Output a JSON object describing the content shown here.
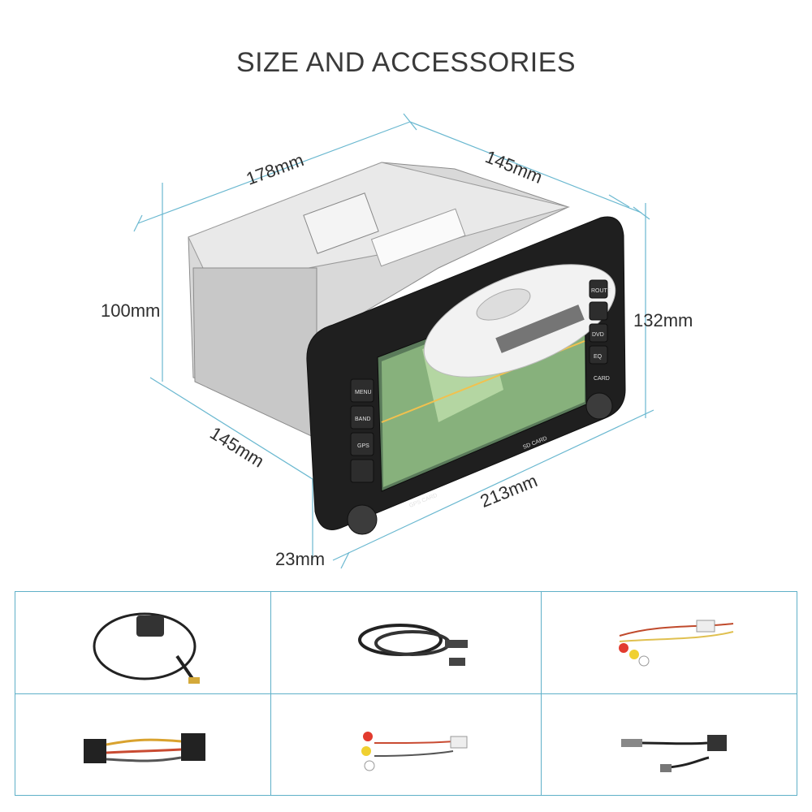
{
  "title": "SIZE AND ACCESSORIES",
  "device": {
    "front_labels": {
      "menu": "MENU",
      "band": "BAND",
      "gps": "GPS",
      "route": "ROUTE",
      "dvd": "DVD",
      "eq": "EQ",
      "card": "CARD",
      "gps_card": "GPS CARD",
      "sd_card": "SD CARD"
    }
  },
  "dimensions": {
    "top_width": "178mm",
    "top_depth": "145mm",
    "left_height": "100mm",
    "right_height": "132mm",
    "bottom_depth": "145mm",
    "front_width": "213mm",
    "front_thickness": "23mm"
  },
  "accessories": [
    {
      "name": "gps-antenna"
    },
    {
      "name": "usb-cable"
    },
    {
      "name": "rca-harness"
    },
    {
      "name": "power-harness"
    },
    {
      "name": "av-harness"
    },
    {
      "name": "radio-antenna-adapter"
    }
  ],
  "colors": {
    "accent": "#5fb0c8",
    "text": "#3a3a3a"
  }
}
